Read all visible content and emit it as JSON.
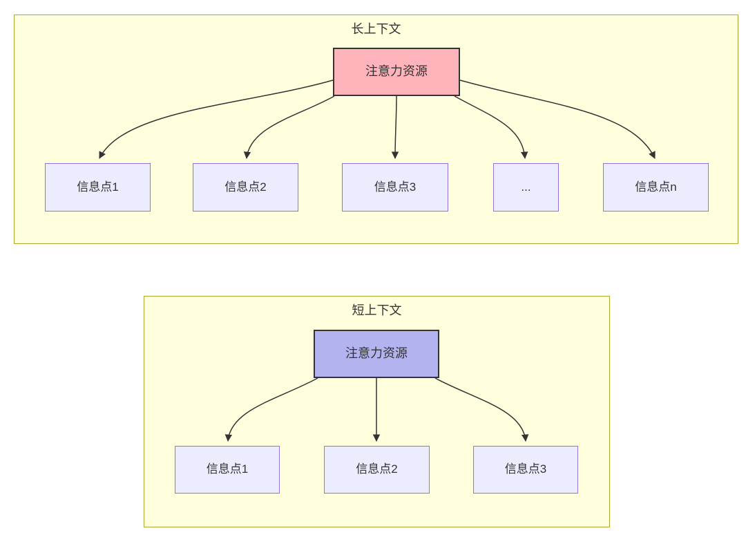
{
  "colors": {
    "panel_fill": "#ffffde",
    "panel_border": "#aaaa33",
    "info_fill": "#ececff",
    "info_border": "#9370db",
    "attention_long_fill": "#ffb3ba",
    "attention_short_fill": "#b3b3f0",
    "dark_border": "#333333",
    "line_color": "#333333",
    "text_color": "#333333"
  },
  "long_context": {
    "title": "长上下文",
    "attention_node": "注意力资源",
    "info_nodes": [
      "信息点1",
      "信息点2",
      "信息点3",
      "...",
      "信息点n"
    ]
  },
  "short_context": {
    "title": "短上下文",
    "attention_node": "注意力资源",
    "info_nodes": [
      "信息点1",
      "信息点2",
      "信息点3"
    ]
  }
}
